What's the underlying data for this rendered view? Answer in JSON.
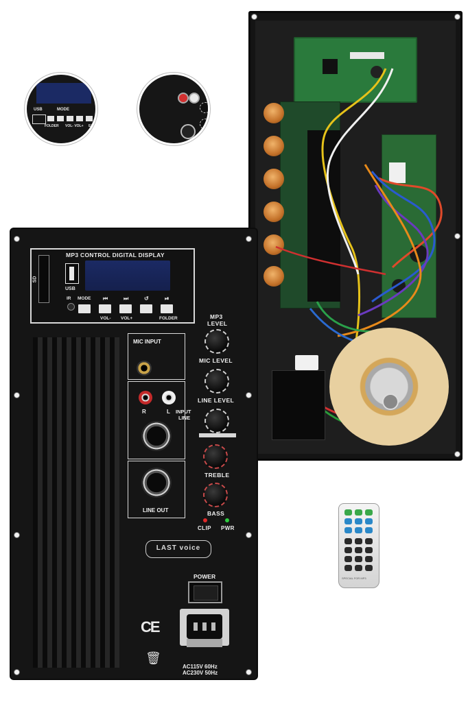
{
  "front_panel": {
    "display_title": "MP3 CONTROL DIGITAL DISPLAY",
    "sd_label": "SD",
    "usb_label": "USB",
    "ir_label": "IR",
    "buttons_top": [
      "MODE",
      "⏮",
      "⏭",
      "↺",
      "⏯"
    ],
    "buttons_bottom": [
      "VOL-",
      "VOL+",
      "FOLDER"
    ],
    "mic_input": "MIC INPUT",
    "input_line": [
      "INPUT",
      "LINE"
    ],
    "rca_left": "R",
    "rca_right": "L",
    "line_out": "LINE OUT",
    "knobs": [
      "MP3 LEVEL",
      "MIC LEVEL",
      "LINE LEVEL",
      "TREBLE",
      "BASS"
    ],
    "knob_mp3_top": "MP3",
    "knob_mp3_bottom": "LEVEL",
    "clip": "CLIP",
    "pwr": "PWR",
    "brand": "LAST voice",
    "power": "POWER",
    "ce": "CE",
    "voltage_line1": "AC115V 60Hz",
    "voltage_line2": "AC230V 50Hz"
  },
  "inset_1": {
    "usb": "USB",
    "mode": "MODE",
    "folder": "FOLDER",
    "vol": "VOL-  VOL+",
    "eq": "EQ"
  },
  "remote": {
    "label": "SPECIAL FOR MP3"
  },
  "colors": {
    "panel": "#151515",
    "pcb_green": "#2a7a3c",
    "lcd_blue": "#1b2a64",
    "led_red": "#e02a2a",
    "led_green": "#2ecc40"
  }
}
